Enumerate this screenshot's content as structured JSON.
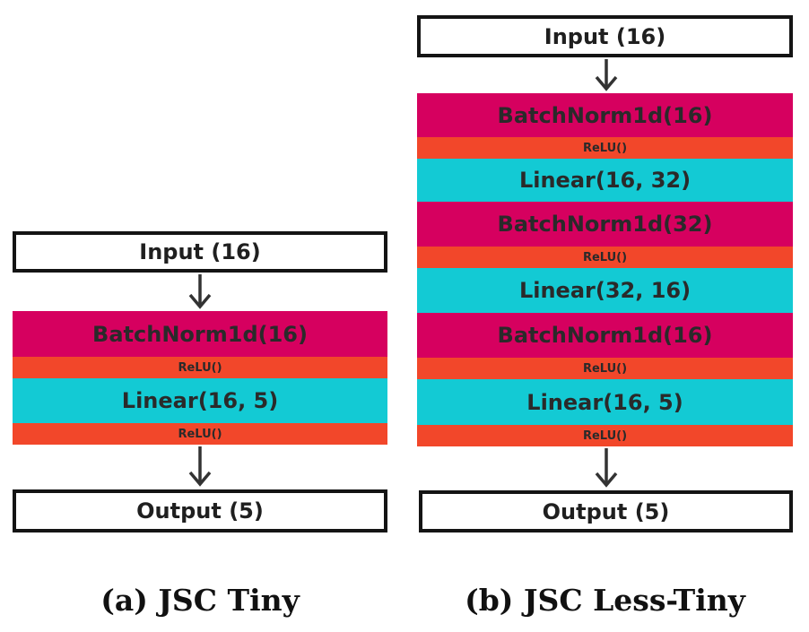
{
  "diagram_a": {
    "input_label": "Input (16)",
    "output_label": "Output (5)",
    "layers": [
      {
        "type": "bn",
        "label": "BatchNorm1d(16)"
      },
      {
        "type": "relu",
        "label": "ReLU()"
      },
      {
        "type": "lin",
        "label": "Linear(16, 5)"
      },
      {
        "type": "relu",
        "label": "ReLU()"
      }
    ],
    "caption": "(a) JSC Tiny"
  },
  "diagram_b": {
    "input_label": "Input (16)",
    "output_label": "Output (5)",
    "layers": [
      {
        "type": "bn",
        "label": "BatchNorm1d(16)"
      },
      {
        "type": "relu",
        "label": "ReLU()"
      },
      {
        "type": "lin",
        "label": "Linear(16, 32)"
      },
      {
        "type": "bn",
        "label": "BatchNorm1d(32)"
      },
      {
        "type": "relu",
        "label": "ReLU()"
      },
      {
        "type": "lin",
        "label": "Linear(32, 16)"
      },
      {
        "type": "bn",
        "label": "BatchNorm1d(16)"
      },
      {
        "type": "relu",
        "label": "ReLU()"
      },
      {
        "type": "lin",
        "label": "Linear(16, 5)"
      },
      {
        "type": "relu",
        "label": "ReLU()"
      }
    ],
    "caption": "(b) JSC Less-Tiny"
  },
  "colors": {
    "batchnorm": "#d6005f",
    "relu": "#f2472a",
    "linear": "#13cad4",
    "box_border": "#141414"
  }
}
